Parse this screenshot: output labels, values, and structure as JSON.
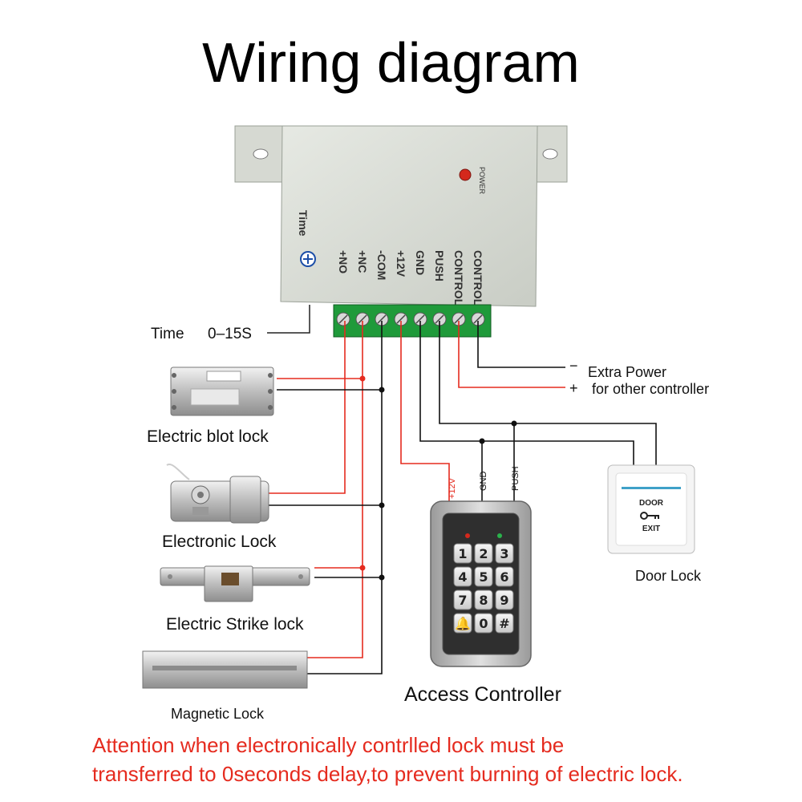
{
  "title": "Wiring diagram",
  "module": {
    "power_label": "POWER",
    "time_label": "Time",
    "terminals": [
      "+NO",
      "+NC",
      "-COM",
      "+12V",
      "GND",
      "PUSH",
      "CONTROL+",
      "CONTROL-"
    ]
  },
  "time_note": {
    "label": "Time",
    "value": "0–15S"
  },
  "extra_power": {
    "minus": "−",
    "plus": "+",
    "line1": "Extra Power",
    "line2": "for other controller"
  },
  "locks": [
    {
      "label": "Electric blot lock"
    },
    {
      "label": "Electronic Lock"
    },
    {
      "label": "Electric Strike lock"
    },
    {
      "label": "Magnetic Lock"
    }
  ],
  "keypad": {
    "caption": "Access Controller",
    "wire_labels": [
      "+12V",
      "GND",
      "PUSH"
    ],
    "keys": [
      "1",
      "2",
      "3",
      "4",
      "5",
      "6",
      "7",
      "8",
      "9",
      "🔔",
      "0",
      "#"
    ]
  },
  "door_button": {
    "line1": "DOOR",
    "line2": "EXIT",
    "caption": "Door Lock"
  },
  "attention": {
    "line1": "Attention when electronically contrlled lock must be",
    "line2": "transferred to 0seconds delay,to prevent burning of electric lock."
  },
  "colors": {
    "wire_red": "#e52b1f",
    "wire_black": "#111111",
    "terminal_green": "#1f9a3a",
    "module_gray": "#d9ddd6"
  }
}
